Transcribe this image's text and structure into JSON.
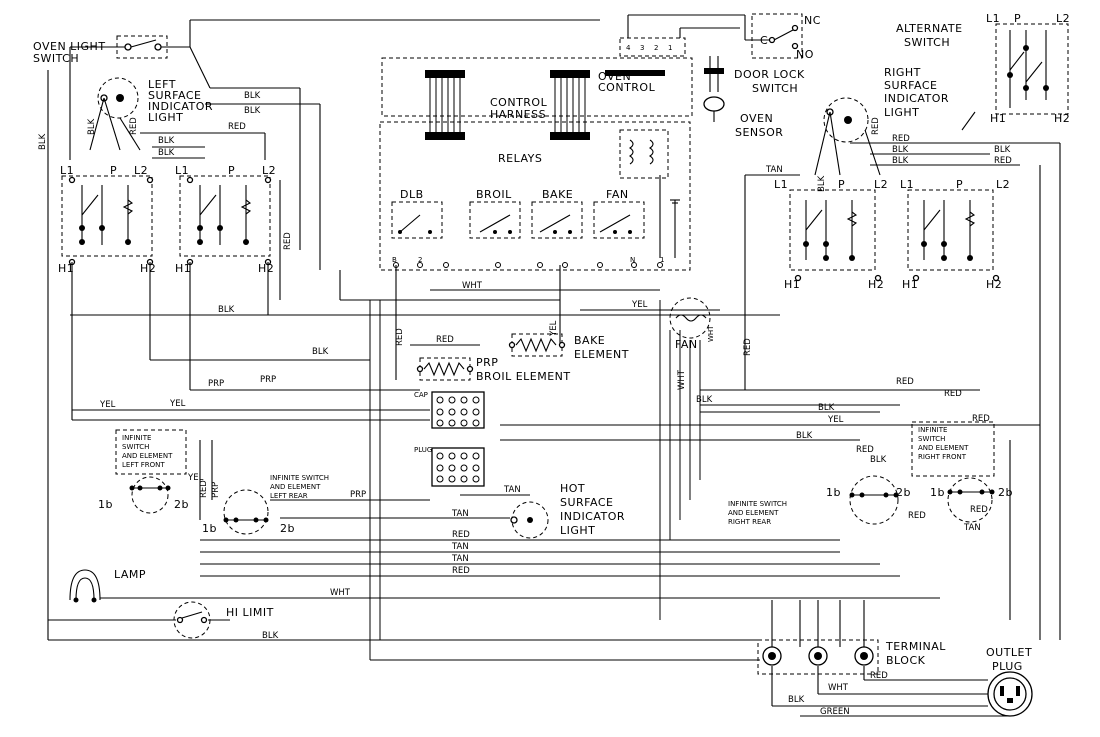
{
  "labels": {
    "oven_light_switch": "OVEN LIGHT",
    "oven_light_switch_2": "SWITCH",
    "left_indicator": "LEFT",
    "left_indicator_2": "SURFACE",
    "left_indicator_3": "INDICATOR",
    "left_indicator_4": "LIGHT",
    "oven_control": "OVEN",
    "oven_control_2": "CONTROL",
    "control_harness": "CONTROL",
    "control_harness_2": "HARNESS",
    "relays": "RELAYS",
    "door_lock": "DOOR LOCK",
    "door_lock_2": "SWITCH",
    "oven_sensor": "OVEN",
    "oven_sensor_2": "SENSOR",
    "alternate_switch": "ALTERNATE",
    "alternate_switch_2": "SWITCH",
    "right_indicator": "RIGHT",
    "right_indicator_2": "SURFACE",
    "right_indicator_3": "INDICATOR",
    "right_indicator_4": "LIGHT",
    "dlb": "DLB",
    "broil": "BROIL",
    "bake": "BAKE",
    "fan_relay": "FAN",
    "bake_element": "BAKE",
    "bake_element_2": "ELEMENT",
    "fan": "FAN",
    "prp": "PRP",
    "broil_element": "BROIL ELEMENT",
    "hot_surface": "HOT",
    "hot_surface_2": "SURFACE",
    "hot_surface_3": "INDICATOR",
    "hot_surface_4": "LIGHT",
    "lamp": "LAMP",
    "hi_limit": "HI LIMIT",
    "terminal_block": "TERMINAL",
    "terminal_block_2": "BLOCK",
    "outlet_plug": "OUTLET",
    "outlet_plug_2": "PLUG",
    "inf_left_front_1": "INFINITE",
    "inf_left_front_2": "SWITCH",
    "inf_left_front_3": "AND ELEMENT",
    "inf_left_front_4": "LEFT FRONT",
    "inf_left_rear_1": "INFINITE SWITCH",
    "inf_left_rear_2": "AND ELEMENT",
    "inf_left_rear_3": "LEFT REAR",
    "inf_right_rear_1": "INFINITE SWITCH",
    "inf_right_rear_2": "AND ELEMENT",
    "inf_right_rear_3": "RIGHT REAR",
    "inf_right_front_1": "INFINITE",
    "inf_right_front_2": "SWITCH",
    "inf_right_front_3": "AND ELEMENT",
    "inf_right_front_4": "RIGHT FRONT",
    "cap": "CAP",
    "plug": "PLUG"
  },
  "terminals": {
    "l1": "L1",
    "l2": "L2",
    "p": "P",
    "h1": "H1",
    "h2": "H2",
    "b1": "1b",
    "b2": "2b",
    "nc": "NC",
    "c": "C",
    "no": "NO",
    "s4": "4",
    "s3": "3",
    "s2": "2",
    "s1": "1",
    "relay_b": "B",
    "relay_n": "N",
    "relay_1": "1",
    "relay_2": "2",
    "relay_f": "F"
  },
  "wires": {
    "blk": "BLK",
    "red": "RED",
    "wht": "WHT",
    "yel": "YEL",
    "prp": "PRP",
    "tan": "TAN",
    "green": "GREEN"
  }
}
